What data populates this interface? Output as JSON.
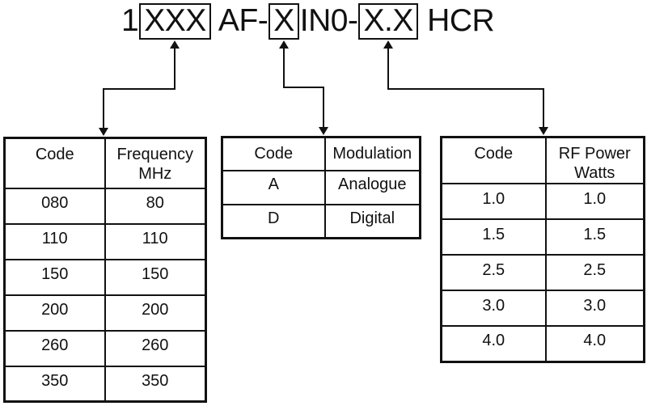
{
  "title": {
    "part1": "1",
    "freq_code": "XXX",
    "part2": " AF-",
    "mod_code": "X",
    "part3": "IN0-",
    "power_code": "X.X",
    "part4": " HCR"
  },
  "tables": {
    "frequency": {
      "headers": [
        "Code",
        "Frequency\nMHz"
      ],
      "rows": [
        [
          "080",
          "80"
        ],
        [
          "110",
          "110"
        ],
        [
          "150",
          "150"
        ],
        [
          "200",
          "200"
        ],
        [
          "260",
          "260"
        ],
        [
          "350",
          "350"
        ]
      ]
    },
    "modulation": {
      "headers": [
        "Code",
        "Modulation"
      ],
      "rows": [
        [
          "A",
          "Analogue"
        ],
        [
          "D",
          "Digital"
        ]
      ]
    },
    "rf_power": {
      "headers": [
        "Code",
        "RF Power\nWatts"
      ],
      "rows": [
        [
          "1.0",
          "1.0"
        ],
        [
          "1.5",
          "1.5"
        ],
        [
          "2.5",
          "2.5"
        ],
        [
          "3.0",
          "3.0"
        ],
        [
          "4.0",
          "4.0"
        ]
      ]
    }
  },
  "colors": {
    "line": "#111111",
    "text": "#111111",
    "background": "#ffffff"
  }
}
